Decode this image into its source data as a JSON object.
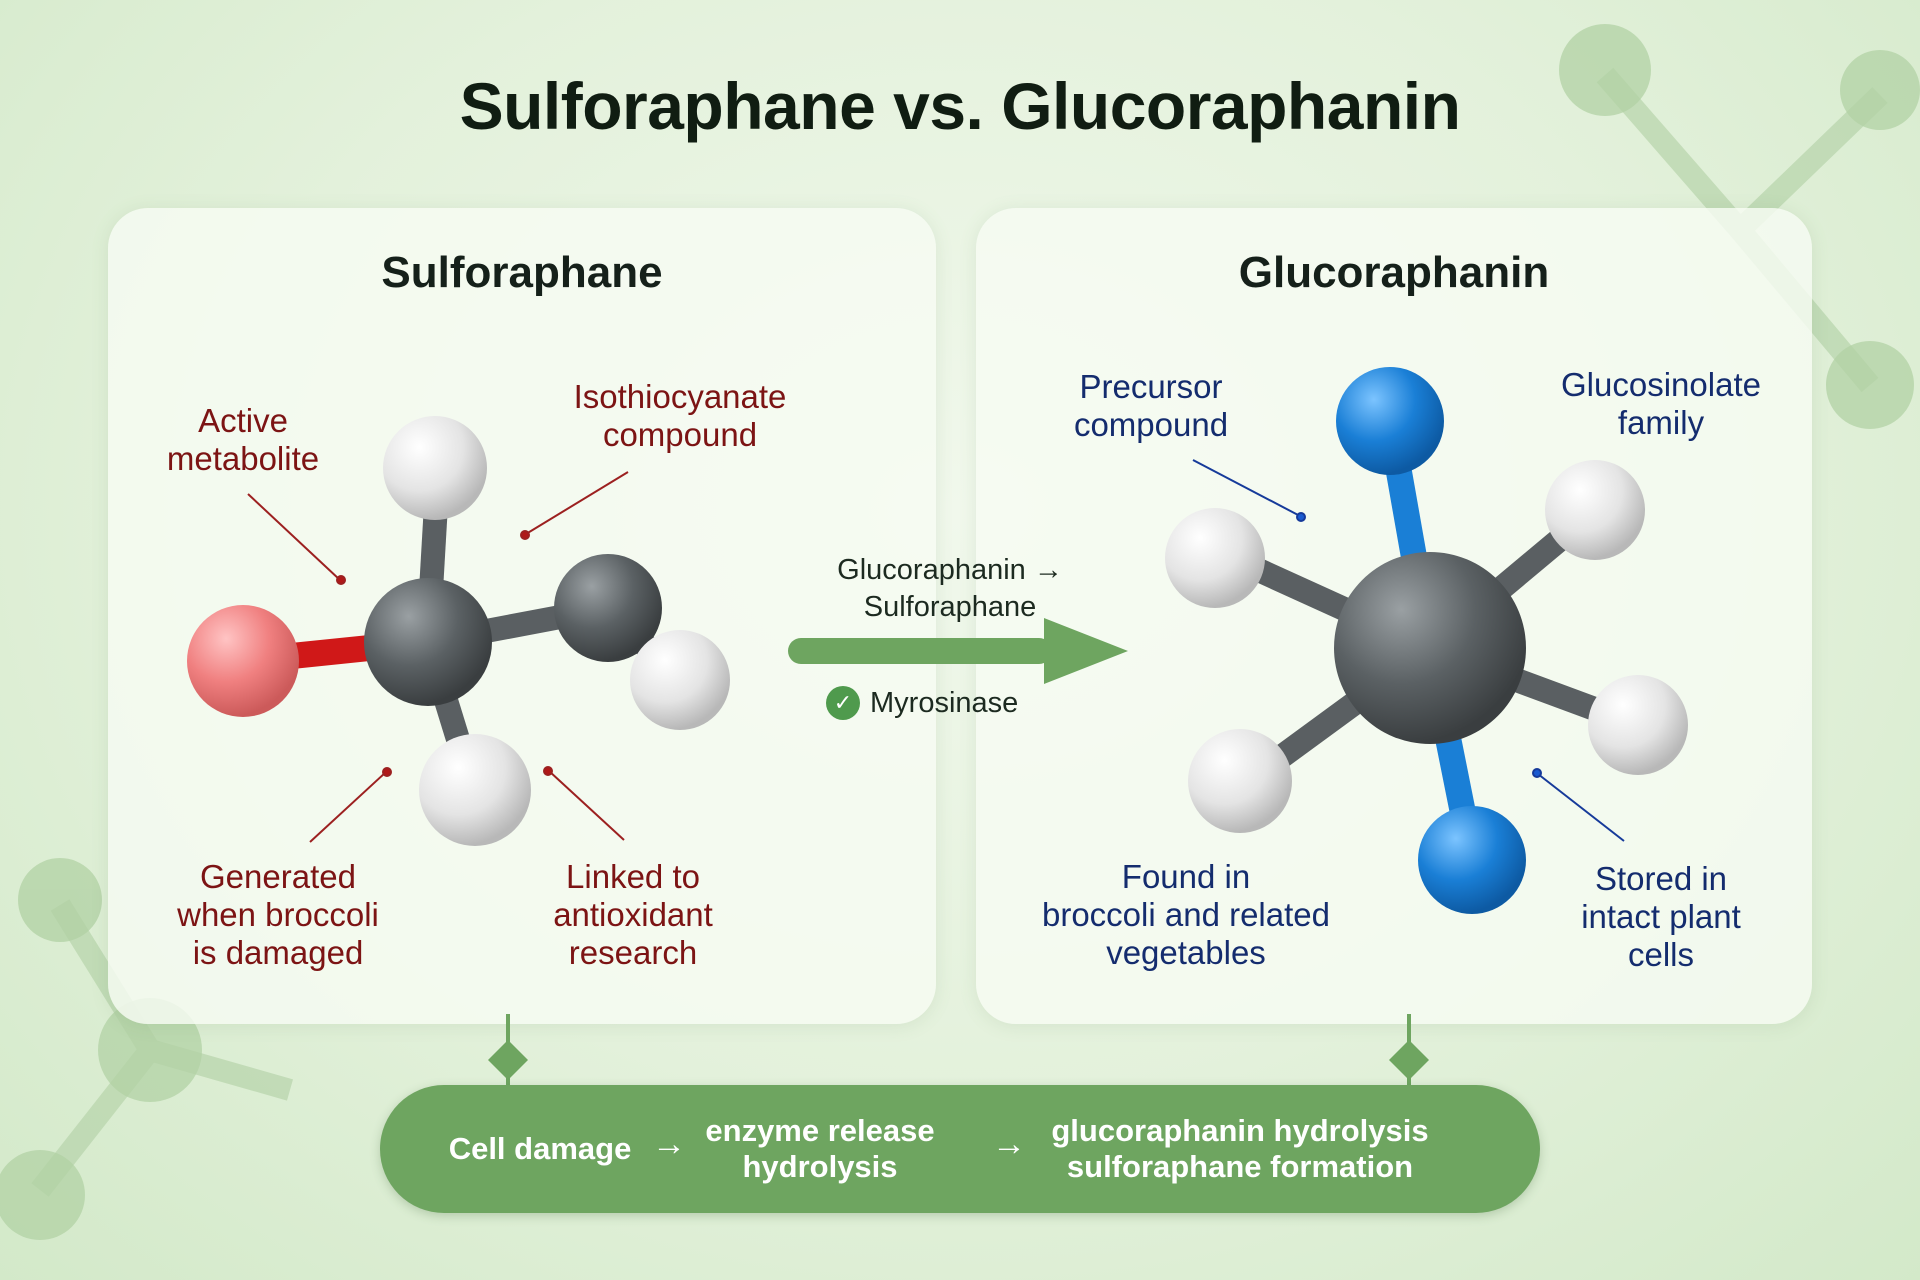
{
  "title": "Sulforaphane vs. Glucoraphanin",
  "left_panel": {
    "title": "Sulforaphane",
    "callouts": {
      "top_left": "Active\nmetabolite",
      "top_right": "Isothiocyanate\ncompound",
      "bottom_left": "Generated\nwhen broccoli\nis damaged",
      "bottom_right": "Linked to\nantioxidant\nresearch"
    }
  },
  "right_panel": {
    "title": "Glucoraphanin",
    "callouts": {
      "top_left": "Precursor\ncompound",
      "top_right": "Glucosinolate\nfamily",
      "bottom_left": "Found in\nbroccoli and related\nvegetables",
      "bottom_right": "Stored in\nintact plant\ncells"
    }
  },
  "conversion": {
    "label": "Glucoraphanin →\nSulforaphane",
    "enzyme": "Myrosinase",
    "check_icon": "✓"
  },
  "process": {
    "steps": [
      "Cell damage",
      "enzyme release\nhydrolysis",
      "glucoraphanin hydrolysis\nsulforaphane formation"
    ],
    "arrow": "→"
  },
  "colors": {
    "accent_green": "#6ea560",
    "left_callout_red": "#7c1414",
    "right_callout_blue": "#142c6e",
    "oxygen_atom": "#f08080",
    "nitrogen_atom": "#1a7fd6",
    "carbon_atom": "#555b5e",
    "hydrogen_atom": "#e6e6e6"
  }
}
